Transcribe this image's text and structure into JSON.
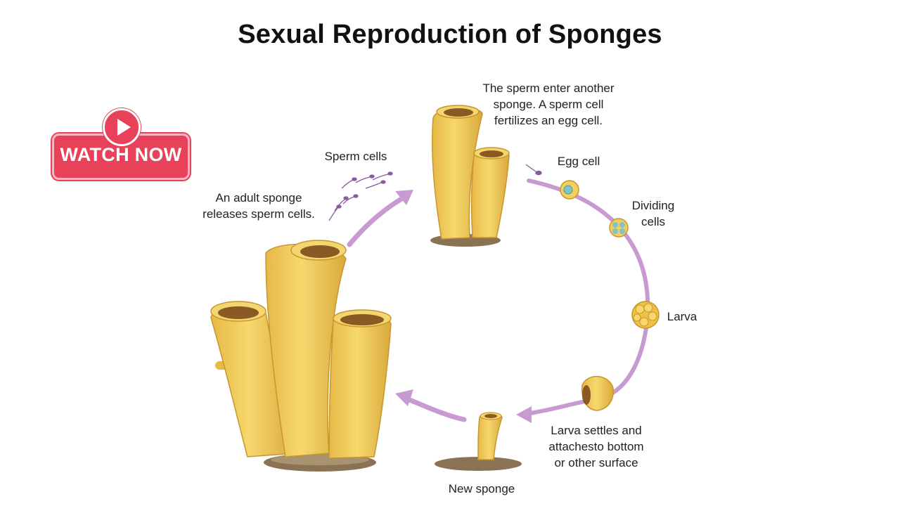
{
  "title": "Sexual Reproduction of Sponges",
  "watch_button": {
    "label": "WATCH NOW",
    "color": "#e8415a"
  },
  "steps": {
    "adult_release": "An adult sponge\nreleases sperm cells.",
    "sperm_cells": "Sperm cells",
    "fertilize": "The sperm enter another\nsponge. A sperm cell\nfertilizes an egg cell.",
    "egg_cell": "Egg cell",
    "dividing": "Dividing\ncells",
    "larva": "Larva",
    "settles": "Larva settles and\nattachesto bottom\nor other surface",
    "new_sponge": "New sponge"
  },
  "colors": {
    "arrow": "#c79ad2",
    "sponge": "#f2cf5e",
    "sponge_dark": "#d9a93a",
    "ground": "#8a7355"
  }
}
